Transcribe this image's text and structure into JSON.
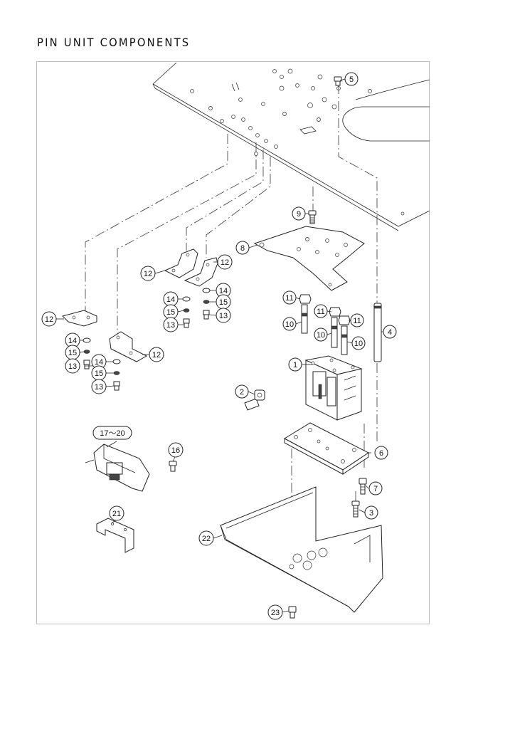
{
  "title": "PIN UNIT COMPONENTS",
  "callouts": {
    "c1": "1",
    "c2": "2",
    "c3": "3",
    "c4": "4",
    "c5": "5",
    "c6": "6",
    "c7": "7",
    "c8": "8",
    "c9": "9",
    "c10a": "10",
    "c10b": "10",
    "c10c": "10",
    "c11a": "11",
    "c11b": "11",
    "c11c": "11",
    "c12a": "12",
    "c12b": "12",
    "c12c": "12",
    "c12d": "12",
    "c13a": "13",
    "c13b": "13",
    "c13c": "13",
    "c13d": "13",
    "c14a": "14",
    "c14b": "14",
    "c14c": "14",
    "c14d": "14",
    "c15a": "15",
    "c15b": "15",
    "c15c": "15",
    "c15d": "15",
    "c16": "16",
    "c17": "17～20",
    "c21": "21",
    "c22": "22",
    "c23": "23"
  }
}
